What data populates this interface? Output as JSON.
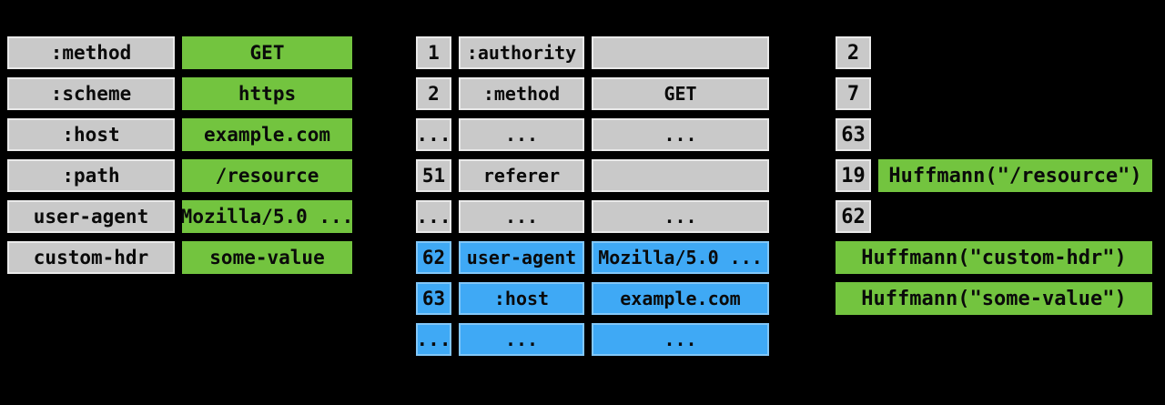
{
  "colors": {
    "background": "#000000",
    "static_cell_gray": "#c9c9c9",
    "value_green": "#73c43f",
    "dynamic_blue": "#3fa9f5",
    "cell_border": "#000000",
    "text": "#0a0a0a"
  },
  "header_list": {
    "rows": [
      {
        "name": ":method",
        "value": "GET"
      },
      {
        "name": ":scheme",
        "value": "https"
      },
      {
        "name": ":host",
        "value": "example.com"
      },
      {
        "name": ":path",
        "value": "/resource"
      },
      {
        "name": "user-agent",
        "value": "Mozilla/5.0 ..."
      },
      {
        "name": "custom-hdr",
        "value": "some-value"
      }
    ]
  },
  "index_table": {
    "rows": [
      {
        "index": "1",
        "name": ":authority",
        "value": "",
        "section": "static"
      },
      {
        "index": "2",
        "name": ":method",
        "value": "GET",
        "section": "static"
      },
      {
        "index": "...",
        "name": "...",
        "value": "...",
        "section": "static"
      },
      {
        "index": "51",
        "name": "referer",
        "value": "",
        "section": "static"
      },
      {
        "index": "...",
        "name": "...",
        "value": "...",
        "section": "static"
      },
      {
        "index": "62",
        "name": "user-agent",
        "value": "Mozilla/5.0 ...",
        "section": "dynamic"
      },
      {
        "index": "63",
        "name": ":host",
        "value": "example.com",
        "section": "dynamic"
      },
      {
        "index": "...",
        "name": "...",
        "value": "...",
        "section": "dynamic"
      }
    ]
  },
  "encoded_output": {
    "items": [
      {
        "index": "2",
        "literal": ""
      },
      {
        "index": "7",
        "literal": ""
      },
      {
        "index": "63",
        "literal": ""
      },
      {
        "index": "19",
        "literal": "Huffmann(\"/resource\")"
      },
      {
        "index": "62",
        "literal": ""
      },
      {
        "index": "",
        "literal": "Huffmann(\"custom-hdr\")"
      },
      {
        "index": "",
        "literal": "Huffmann(\"some-value\")"
      }
    ]
  }
}
